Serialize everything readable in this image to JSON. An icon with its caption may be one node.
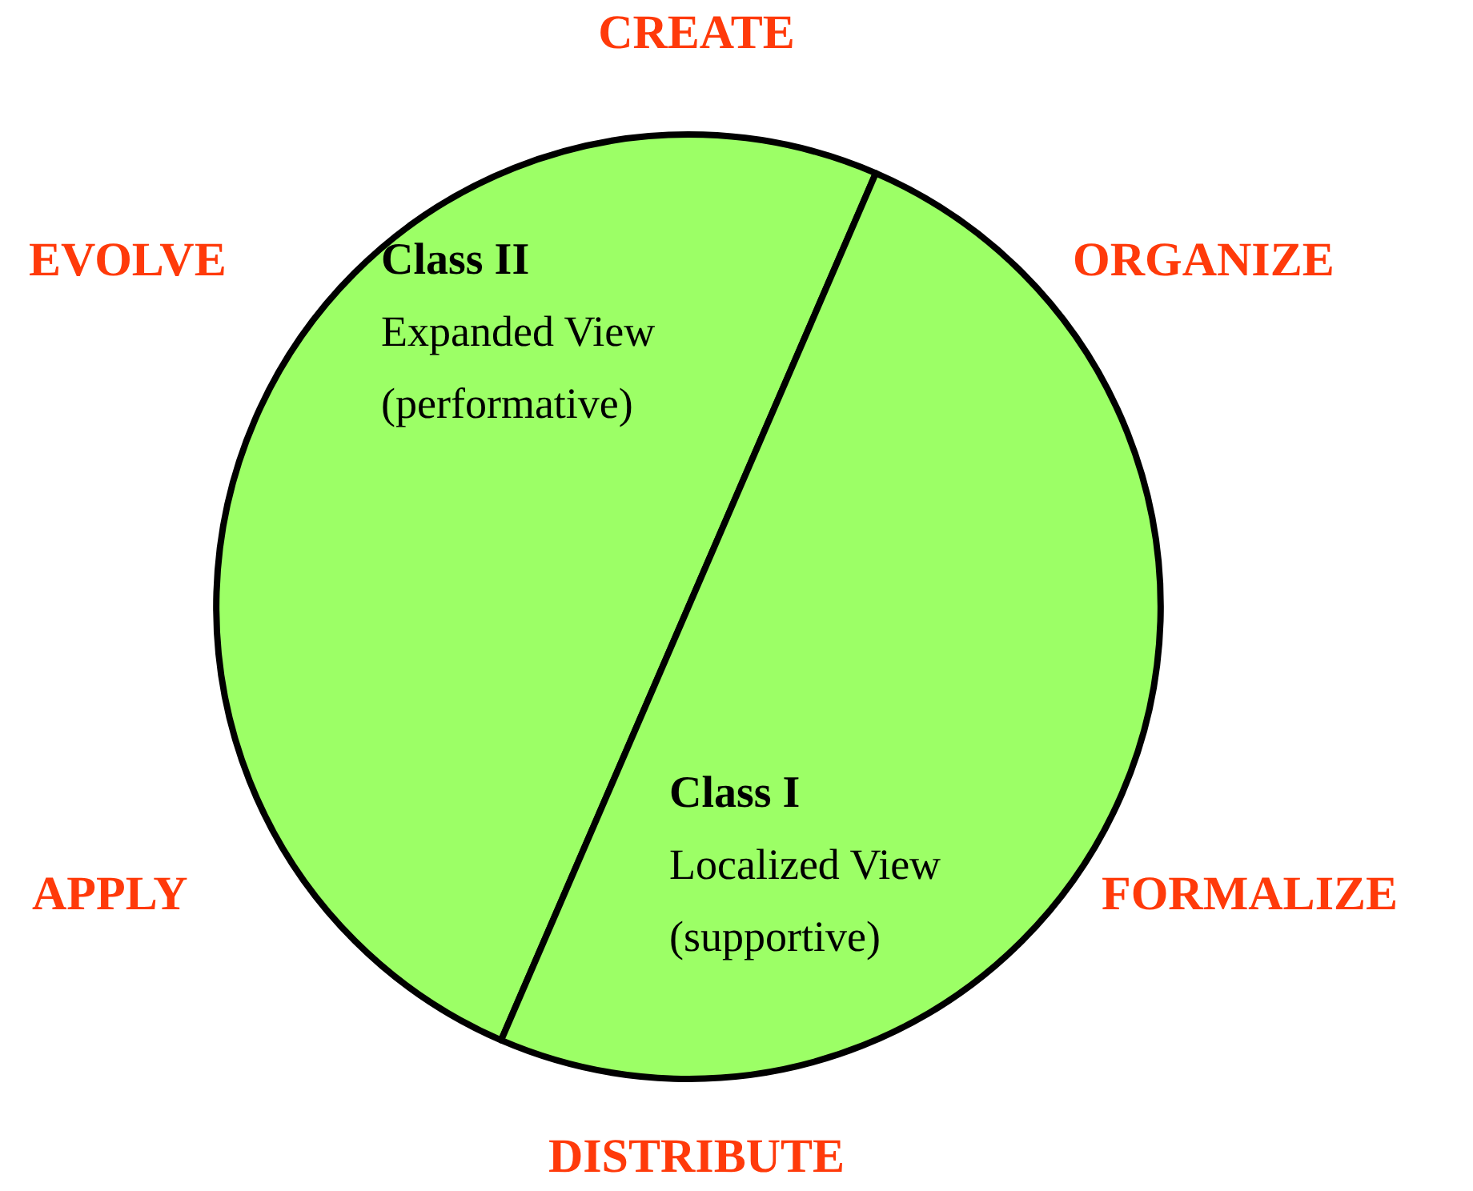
{
  "diagram": {
    "nodes": [
      {
        "text": [
          "Class II",
          "Expanded View (performative)"
        ]
      },
      {
        "text": [
          "Class I",
          "Localized View (supportive)"
        ]
      }
    ],
    "labels": [
      "CREATE",
      "EVOLVE",
      "ORGANIZE",
      "APPLY",
      "FORMALIZE",
      "DISTRIBUTE"
    ]
  }
}
